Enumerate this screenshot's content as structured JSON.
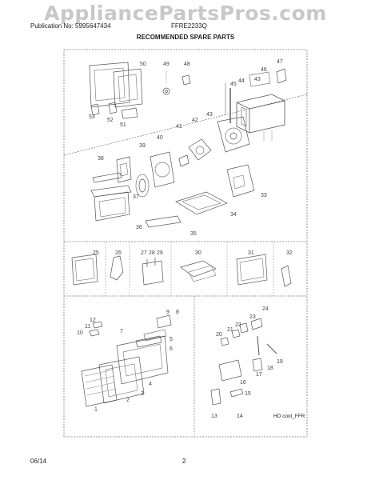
{
  "watermark": "AppliancePartsPros.com",
  "header": {
    "publication_label": "Publication No: 5995647434",
    "model": "FFRE2233Q",
    "title": "RECOMMENDED SPARE PARTS"
  },
  "footer": {
    "date": "06/14",
    "page": "2"
  },
  "signature": "HD cool_FFR",
  "callouts": {
    "top": [
      "50",
      "49",
      "48",
      "47",
      "46",
      "45",
      "44",
      "43",
      "43",
      "53",
      "52",
      "51",
      "42",
      "41",
      "40",
      "39",
      "38",
      "37",
      "33",
      "34",
      "35",
      "36"
    ],
    "middle": [
      "25",
      "26",
      "27",
      "28",
      "29",
      "30",
      "31",
      "32"
    ],
    "bottom_left": [
      "9",
      "8",
      "7",
      "6",
      "5",
      "4",
      "3",
      "2",
      "1",
      "10",
      "11",
      "12"
    ],
    "bottom_right": [
      "24",
      "23",
      "22",
      "21",
      "20",
      "19",
      "18",
      "17",
      "16",
      "15",
      "14",
      "13"
    ]
  }
}
